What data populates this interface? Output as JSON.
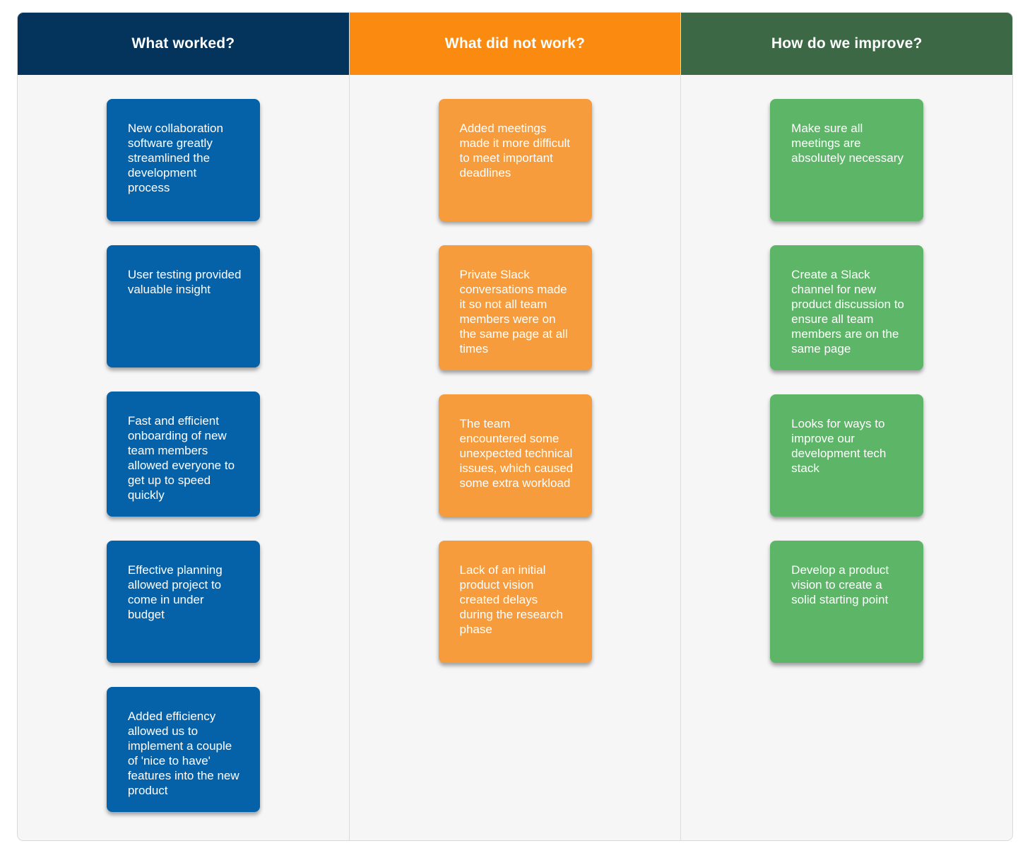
{
  "board": {
    "columns": [
      {
        "id": "what-worked",
        "title": "What worked?",
        "header_color": "#04335c",
        "card_color": "#0561a8",
        "cards": [
          "New collaboration software greatly streamlined the development process",
          "User testing provided valuable insight",
          "Fast and efficient onboarding of new team members allowed everyone to get up to speed quickly",
          "Effective planning allowed project to come in under budget",
          "Added efficiency allowed us to implement a couple of 'nice to have' features into the new product"
        ]
      },
      {
        "id": "what-did-not-work",
        "title": "What did not work?",
        "header_color": "#fb8b10",
        "card_color": "#f79c3d",
        "cards": [
          "Added meetings made it more difficult to meet important deadlines",
          "Private Slack conversations made it so not all team members were on the same page at all times",
          "The team encountered some unexpected technical issues, which caused some extra workload",
          "Lack of an initial product vision created delays during the research phase"
        ]
      },
      {
        "id": "how-do-we-improve",
        "title": "How do we improve?",
        "header_color": "#3d6845",
        "card_color": "#5db668",
        "cards": [
          "Make sure all meetings are absolutely necessary",
          "Create a Slack channel for new product discussion to ensure all team members are on the same page",
          "Looks for ways to improve our development tech stack",
          "Develop a product vision to create a solid starting point"
        ]
      }
    ]
  }
}
